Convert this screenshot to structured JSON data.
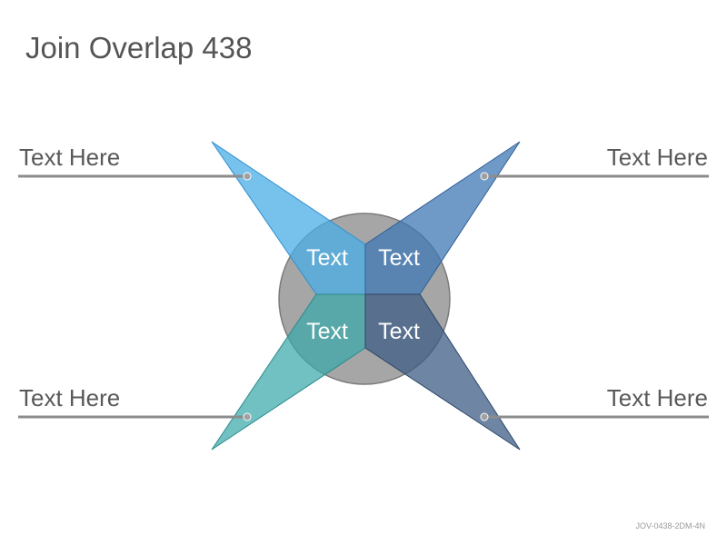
{
  "title": "Join Overlap 438",
  "labels": {
    "top_left": "Text Here",
    "top_right": "Text Here",
    "bottom_left": "Text Here",
    "bottom_right": "Text Here"
  },
  "center_texts": {
    "top_left": "Text",
    "top_right": "Text",
    "bottom_left": "Text",
    "bottom_right": "Text"
  },
  "footer_code": "JOV-0438-2DM-4N",
  "colors": {
    "circle": "#a6a6a6",
    "top_left": "#4aaee6",
    "top_right": "#3f78b5",
    "bottom_left": "#3aa8aa",
    "bottom_right": "#3d5e86",
    "connector": "#8c8c8c"
  }
}
